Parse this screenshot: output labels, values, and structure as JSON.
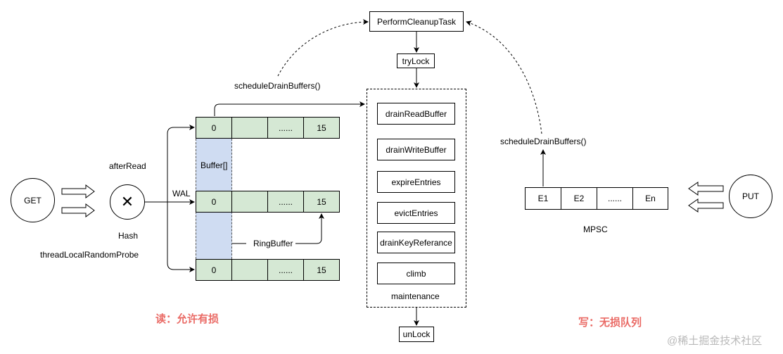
{
  "read_side": {
    "get_label": "GET",
    "after_read": "afterRead",
    "hash_symbol": "✕",
    "hash_label": "Hash",
    "probe_label": "threadLocalRandomProbe",
    "wal_label": "WAL",
    "buffer_array_label": "Buffer[]",
    "ring_buffer_label": "RingBuffer",
    "buffers": [
      [
        "0",
        "",
        "......",
        "15"
      ],
      [
        "0",
        "",
        "......",
        "15"
      ],
      [
        "0",
        "",
        "......",
        "15"
      ]
    ],
    "caption": "读：允许有损"
  },
  "maintenance": {
    "perform_task": "PerformCleanupTask",
    "try_lock": "tryLock",
    "schedule_left": "scheduleDrainBuffers()",
    "steps": [
      "drainReadBuffer",
      "drainWriteBuffer",
      "expireEntries",
      "evictEntries",
      "drainKeyReferance",
      "climb"
    ],
    "group_label": "maintenance",
    "unlock": "unLock"
  },
  "write_side": {
    "schedule_right": "scheduleDrainBuffers()",
    "queue": [
      "E1",
      "E2",
      "......",
      "En"
    ],
    "queue_label": "MPSC",
    "put_label": "PUT",
    "caption": "写：无损队列"
  },
  "watermark": "@稀土掘金技术社区",
  "colors": {
    "cell_fill": "#d5e8d4",
    "buffer_fill": "#cfdcf2",
    "caption": "#ea6b66"
  }
}
